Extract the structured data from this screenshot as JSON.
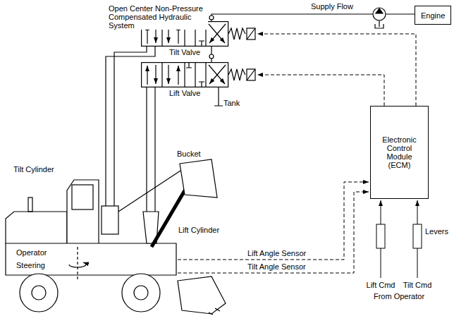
{
  "diagram": {
    "nodes": [
      {
        "text": [
          "Engine"
        ]
      },
      {
        "text": [
          "Tilt Valve"
        ]
      },
      {
        "text": [
          "Lift Valve"
        ]
      },
      {
        "text": [
          "Electronic Control Module (ECM)"
        ]
      }
    ],
    "edges": [
      {
        "from": 3,
        "to": 1,
        "arrow": "to"
      },
      {
        "from": 3,
        "to": 2,
        "arrow": "to"
      }
    ],
    "labels": [
      "Open Center Non-Pressure Compensated Hydraulic System",
      "Supply Flow",
      "Tank",
      "Bucket",
      "Tilt Cylinder",
      "Lift Cylinder",
      "Operator",
      "Steering",
      "Lift Angle Sensor",
      "Tilt Angle Sensor",
      "Levers",
      "Lift Cmd",
      "Tilt Cmd",
      "From Operator"
    ]
  }
}
